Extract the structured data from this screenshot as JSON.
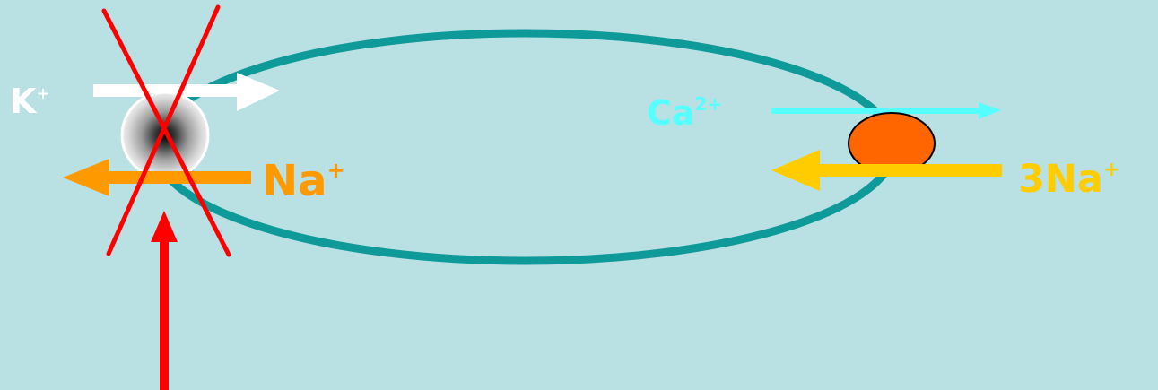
{
  "colors": {
    "background": "#b9e0e3",
    "cell_membrane": "#0f9a9a",
    "potassium": "#ffffff",
    "sodium_channel": "#ff9900",
    "calcium": "#55ffff",
    "exchanger_sodium": "#ffcc00",
    "exchanger": "#ff6600",
    "block_mark": "#ff0000"
  },
  "labels": {
    "potassium": {
      "symbol": "K",
      "charge": "+"
    },
    "sodium_channel": {
      "symbol": "Na",
      "charge": "+"
    },
    "calcium": {
      "symbol": "Ca",
      "charge": "2+"
    },
    "exchanger_sodium": {
      "symbol": "3Na",
      "charge": "+"
    }
  },
  "icons": {
    "channel": "ion-channel-icon",
    "block": "cross-mark-icon",
    "pointer": "red-up-arrow-icon",
    "exchanger": "ion-exchanger-icon"
  }
}
